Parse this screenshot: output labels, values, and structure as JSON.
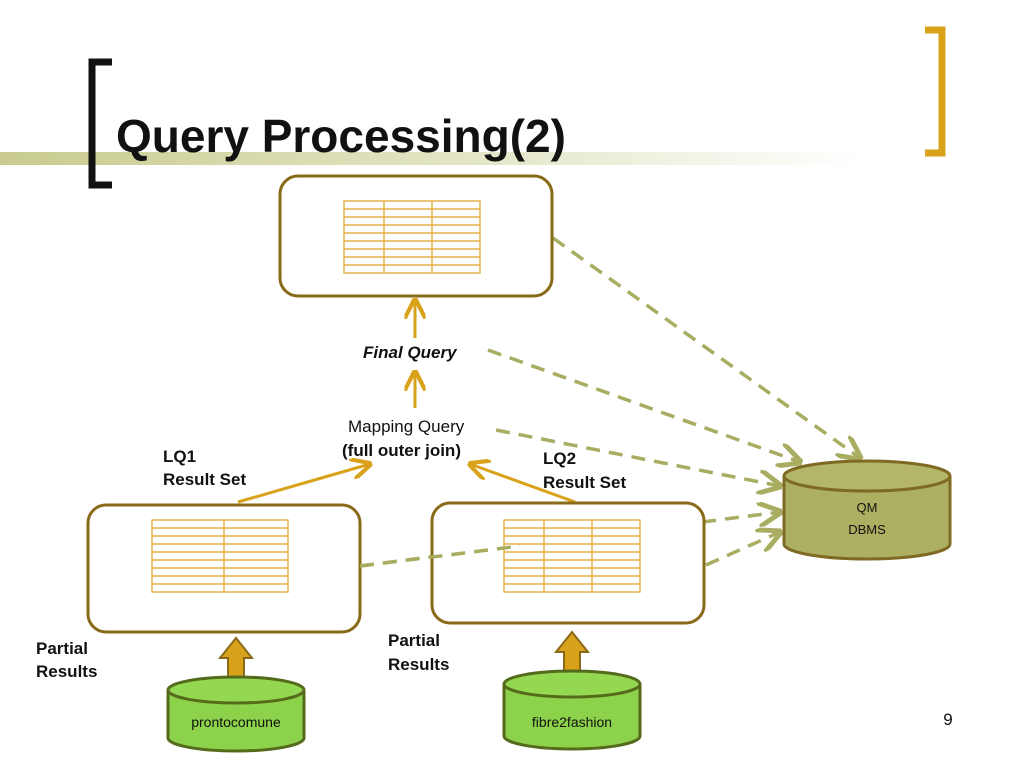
{
  "slide": {
    "title": "Query Processing(2)",
    "page_number": "9"
  },
  "diagram": {
    "final_query_label": "Final Query",
    "mapping_query_line1": "Mapping Query",
    "mapping_query_line2": "(full outer join)",
    "lq1_line1": "LQ1",
    "lq1_line2": "Result Set",
    "lq2_line1": "LQ2",
    "lq2_line2": "Result Set",
    "qm_line1": "QM",
    "qm_line2": "DBMS",
    "partial_left_line1": "Partial",
    "partial_left_line2": "Results",
    "partial_right_line1": "Partial",
    "partial_right_line2": "Results",
    "source_left": "prontocomune",
    "source_right": "fibre2fashion"
  },
  "colors": {
    "accent_gold": "#d9a21b",
    "box_border": "#8a6a1a",
    "table_line": "#e0a020",
    "dashed": "#a8ad62",
    "qm_fill": "#adb060",
    "source_fill": "#8cd24a",
    "header_bar": "#c9cc8e"
  }
}
